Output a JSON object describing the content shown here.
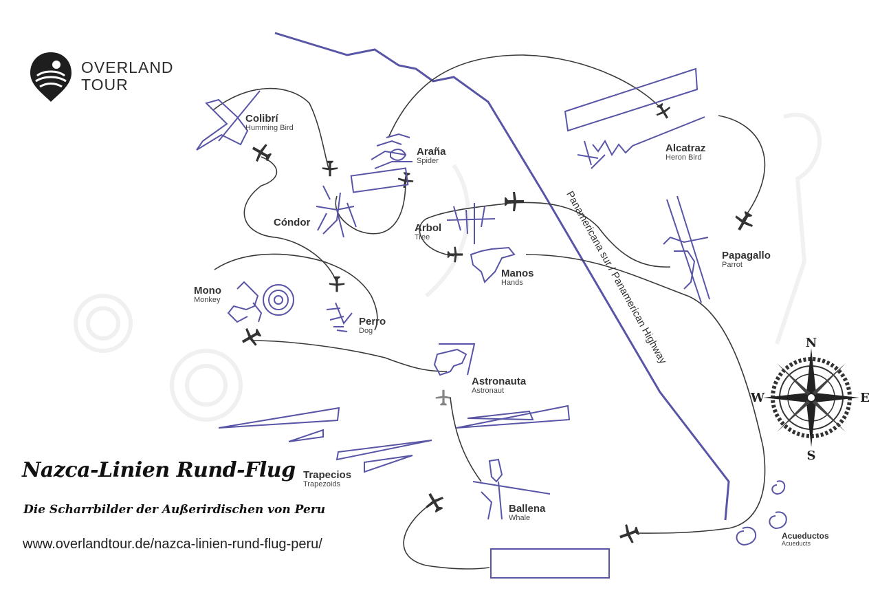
{
  "brand": {
    "line1": "OVERLAND",
    "line2": "TOUR"
  },
  "title": {
    "main": "Nazca-Linien Rund-Flug",
    "subtitle": "Die Scharrbilder der Außerirdischen von Peru",
    "url": "www.overlandtour.de/nazca-linien-rund-flug-peru/"
  },
  "road": {
    "label": "Panamericana sur / Panamerican Highway"
  },
  "compass": {
    "n": "N",
    "s": "S",
    "e": "E",
    "w": "W"
  },
  "figures": [
    {
      "name": "Colibrí",
      "sub": "Humming Bird"
    },
    {
      "name": "Araña",
      "sub": "Spider"
    },
    {
      "name": "Alcatraz",
      "sub": "Heron Bird"
    },
    {
      "name": "Cóndor",
      "sub": ""
    },
    {
      "name": "Arbol",
      "sub": "Tree"
    },
    {
      "name": "Manos",
      "sub": "Hands"
    },
    {
      "name": "Papagallo",
      "sub": "Parrot"
    },
    {
      "name": "Mono",
      "sub": "Monkey"
    },
    {
      "name": "Perro",
      "sub": "Dog"
    },
    {
      "name": "Astronauta",
      "sub": "Astronaut"
    },
    {
      "name": "Trapecios",
      "sub": "Trapezoids"
    },
    {
      "name": "Ballena",
      "sub": "Whale"
    },
    {
      "name": "Acueductos",
      "sub": "Acueducts"
    }
  ],
  "colors": {
    "lines": "#5855a6",
    "route": "#3a3a3a",
    "text": "#333333"
  }
}
